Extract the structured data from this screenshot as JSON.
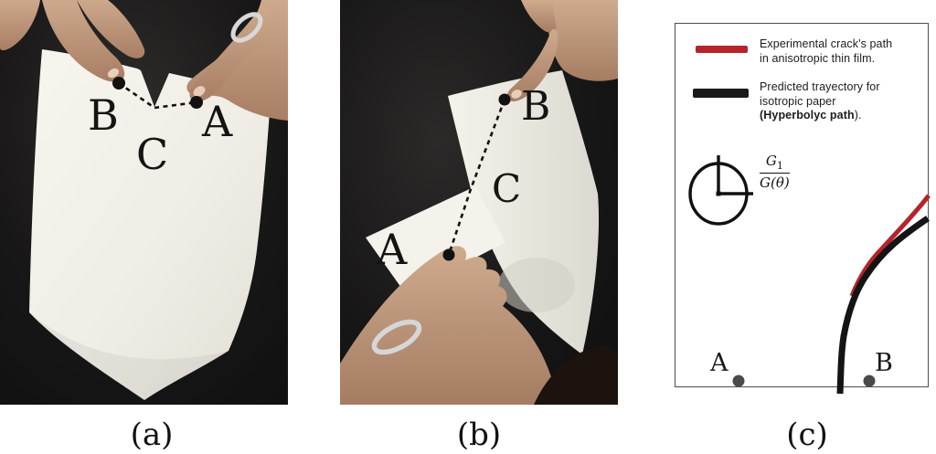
{
  "panels": {
    "a": {
      "caption": "(a)",
      "point_b": "B",
      "point_c": "C",
      "point_a": "A"
    },
    "b": {
      "caption": "(b)",
      "point_b": "B",
      "point_c": "C",
      "point_a": "A"
    },
    "c": {
      "caption": "(c)",
      "point_a": "A",
      "point_b": "B",
      "legend": {
        "items": [
          {
            "color": "#b5242a",
            "line1": "Experimental crack's path",
            "line2": "in anisotropic thin film."
          },
          {
            "color": "#1a1a1a",
            "line1": "Predicted trayectory for",
            "line2": "isotropic paper",
            "line3_bold": "(Hyperbolyc path",
            "line3_rest": ")."
          }
        ]
      },
      "formula": {
        "numerator": "G",
        "numerator_sub": "1",
        "denominator": "G(θ)"
      }
    }
  },
  "colors": {
    "experimental_red": "#b5242a",
    "predicted_black": "#1a1a1a",
    "photo_background": "#161616",
    "paper": "#efede5",
    "skin": "#c3a084",
    "marker_gray": "#4a4a4a"
  }
}
